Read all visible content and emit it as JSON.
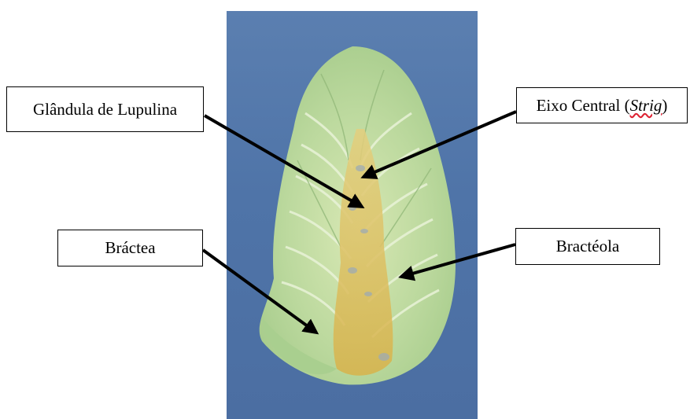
{
  "labels": {
    "glandula": "Glândula de Lupulina",
    "eixo_prefix": "Eixo Central (",
    "eixo_italic": "Strig",
    "eixo_suffix": ")",
    "bractea": "Bráctea",
    "bracteola": "Bractéola"
  },
  "colors": {
    "background_photo": "#4f74a8",
    "cone_green": "#b8d89a",
    "lupulin_yellow": "#d9b84a",
    "arrow": "#000000"
  }
}
